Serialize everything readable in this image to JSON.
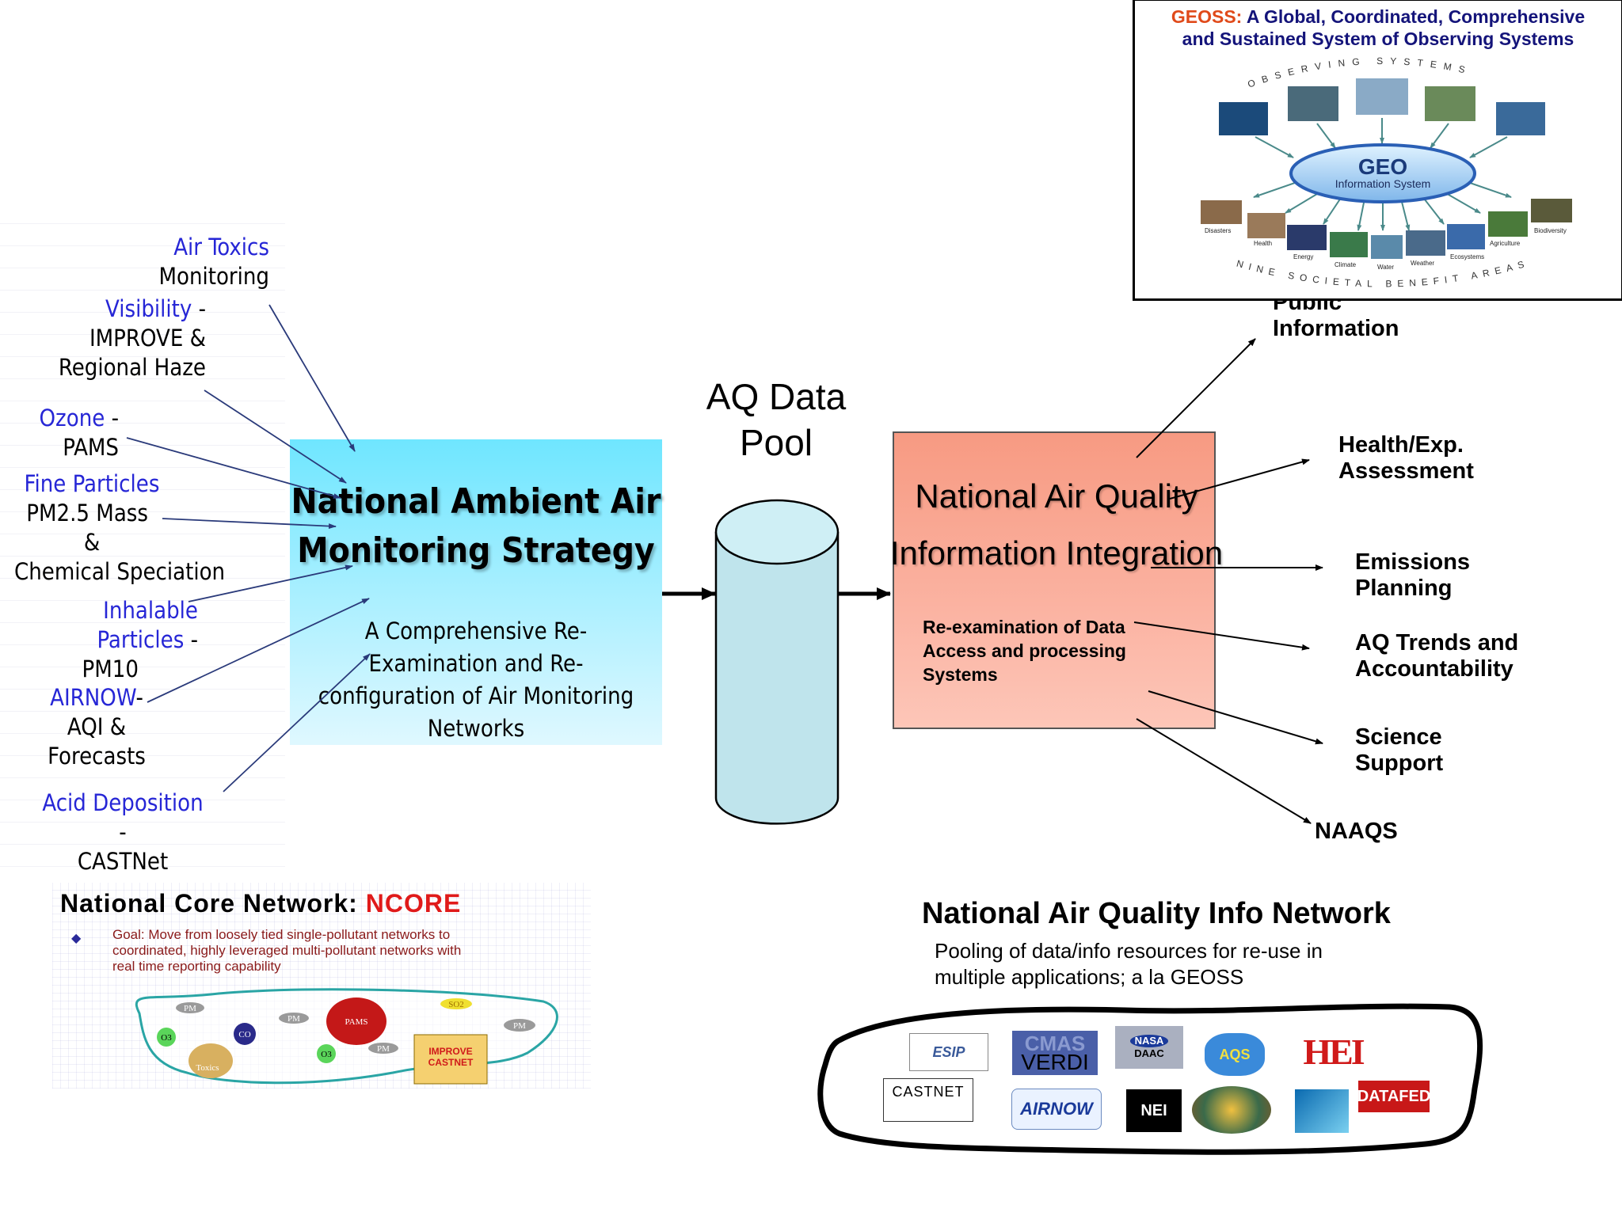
{
  "sources": [
    {
      "highlight": "Air Toxics",
      "lines": [
        "Monitoring"
      ]
    },
    {
      "highlight": "Visibility",
      "suffix": " -",
      "lines": [
        "IMPROVE &",
        "Regional Haze"
      ]
    },
    {
      "highlight": "Ozone",
      "suffix": " -",
      "lines": [
        "PAMS"
      ]
    },
    {
      "highlight": "Fine Particles",
      "lines": [
        "PM2.5 Mass",
        "&",
        "Chemical Speciation"
      ]
    },
    {
      "highlight": "Inhalable Particles",
      "suffix": " -",
      "lines": [
        "PM10"
      ]
    },
    {
      "highlight": "AIRNOW",
      "suffix": "-",
      "lines": [
        "AQI &",
        "Forecasts"
      ]
    },
    {
      "highlight": "Acid Deposition",
      "suffix": " -",
      "lines": [
        "CASTNet"
      ]
    }
  ],
  "strategy": {
    "title_line1": "National Ambient Air",
    "title_line2": "Monitoring Strategy",
    "subtitle_lines": [
      "A Comprehensive  Re-",
      "Examination and Re-",
      "configuration of Air Monitoring",
      "Networks"
    ]
  },
  "pool": {
    "line1": "AQ Data",
    "line2": "Pool"
  },
  "integration": {
    "title_line1": "National Air Quality",
    "title_line2": "Information Integration",
    "sub_lines": [
      "Re-examination of Data",
      "Access and processing",
      "Systems"
    ]
  },
  "outputs": [
    {
      "lines": [
        "Public",
        "Information"
      ]
    },
    {
      "lines": [
        "Health/Exp.",
        "Assessment"
      ]
    },
    {
      "lines": [
        "Emissions",
        "Planning"
      ]
    },
    {
      "lines": [
        "AQ Trends and",
        "Accountability"
      ]
    },
    {
      "lines": [
        "Science",
        "Support"
      ]
    },
    {
      "lines": [
        "NAAQS"
      ]
    }
  ],
  "geoss": {
    "prefix": "GEOSS:",
    "title_rest": " A Global, Coordinated, Comprehensive",
    "title_line2": "and Sustained System of Observing Systems",
    "arc_top": "OBSERVING SYSTEMS",
    "arc_bottom": "NINE SOCIETAL BENEFIT AREAS",
    "center_logo": "GEO",
    "center_label": "Information System",
    "areas": [
      "Disasters",
      "Health",
      "Energy",
      "Climate",
      "Water",
      "Weather",
      "Ecosystems",
      "Agriculture",
      "Biodiversity"
    ]
  },
  "ncore": {
    "title": "National Core Network:",
    "title_highlight": "NCORE",
    "goal_lines": [
      "Goal: Move from loosely tied single-pollutant networks to",
      "coordinated, highly leveraged multi-pollutant networks with",
      "real time reporting capability"
    ],
    "bubbles": {
      "pm1": "PM",
      "o3a": "O3",
      "co": "CO",
      "toxics": "Toxics",
      "pm2": "PM",
      "pams": "PAMS",
      "o3b": "O3",
      "pm3": "PM",
      "so2": "SO2",
      "improve_l1": "IMPROVE",
      "improve_l2": "CASTNET",
      "pm4": "PM"
    }
  },
  "aqnet": {
    "title": "National Air Quality Info Network",
    "sub_lines": [
      "Pooling of data/info resources for re-use  in",
      "multiple applications; a la GEOSS"
    ],
    "logos": {
      "esip": "ESIP",
      "cmas": "CMAS",
      "verdi": "VERDI",
      "nasa": "NASA",
      "daac": "DAAC",
      "aqs": "AQS",
      "hei": "HEI",
      "castnet": "CASTNET",
      "airnow": "AIRNOW",
      "nei": "NEI",
      "datafed": "DATAFED"
    }
  },
  "colors": {
    "source_highlight": "#2626d6",
    "strategy_box": "#8ceaff",
    "integration_box": "#f9a894",
    "ncore_red": "#e01a1a",
    "geoss_blue": "#14147a"
  }
}
